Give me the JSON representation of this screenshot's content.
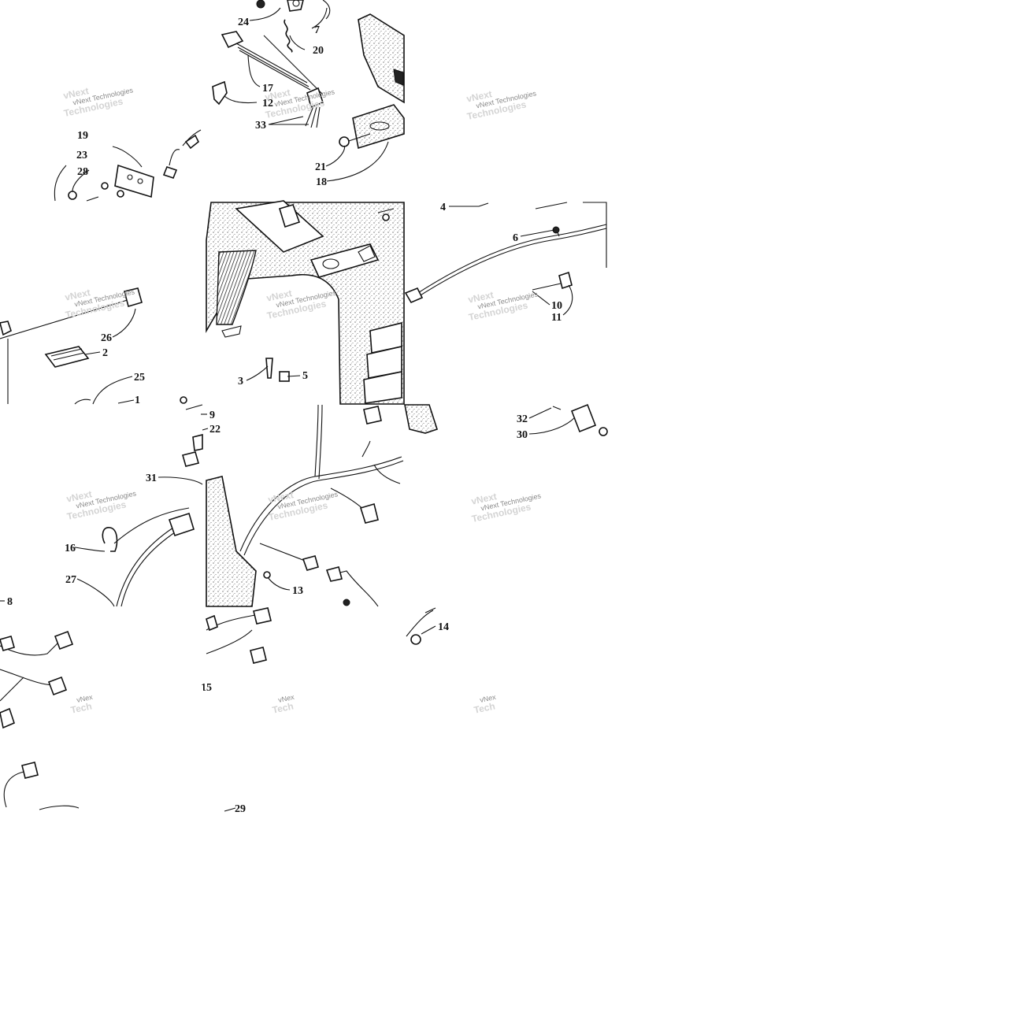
{
  "watermark": {
    "text": "vNext Technologies"
  },
  "callouts": [
    "1",
    "2",
    "3",
    "4",
    "5",
    "6",
    "7",
    "8",
    "9",
    "10",
    "11",
    "12",
    "13",
    "14",
    "15",
    "16",
    "17",
    "18",
    "19",
    "20",
    "21",
    "22",
    "23",
    "24",
    "25",
    "26",
    "27",
    "28",
    "29",
    "30",
    "31",
    "32",
    "33"
  ],
  "icons": {
    "watermark": "watermark-logo-icon"
  }
}
